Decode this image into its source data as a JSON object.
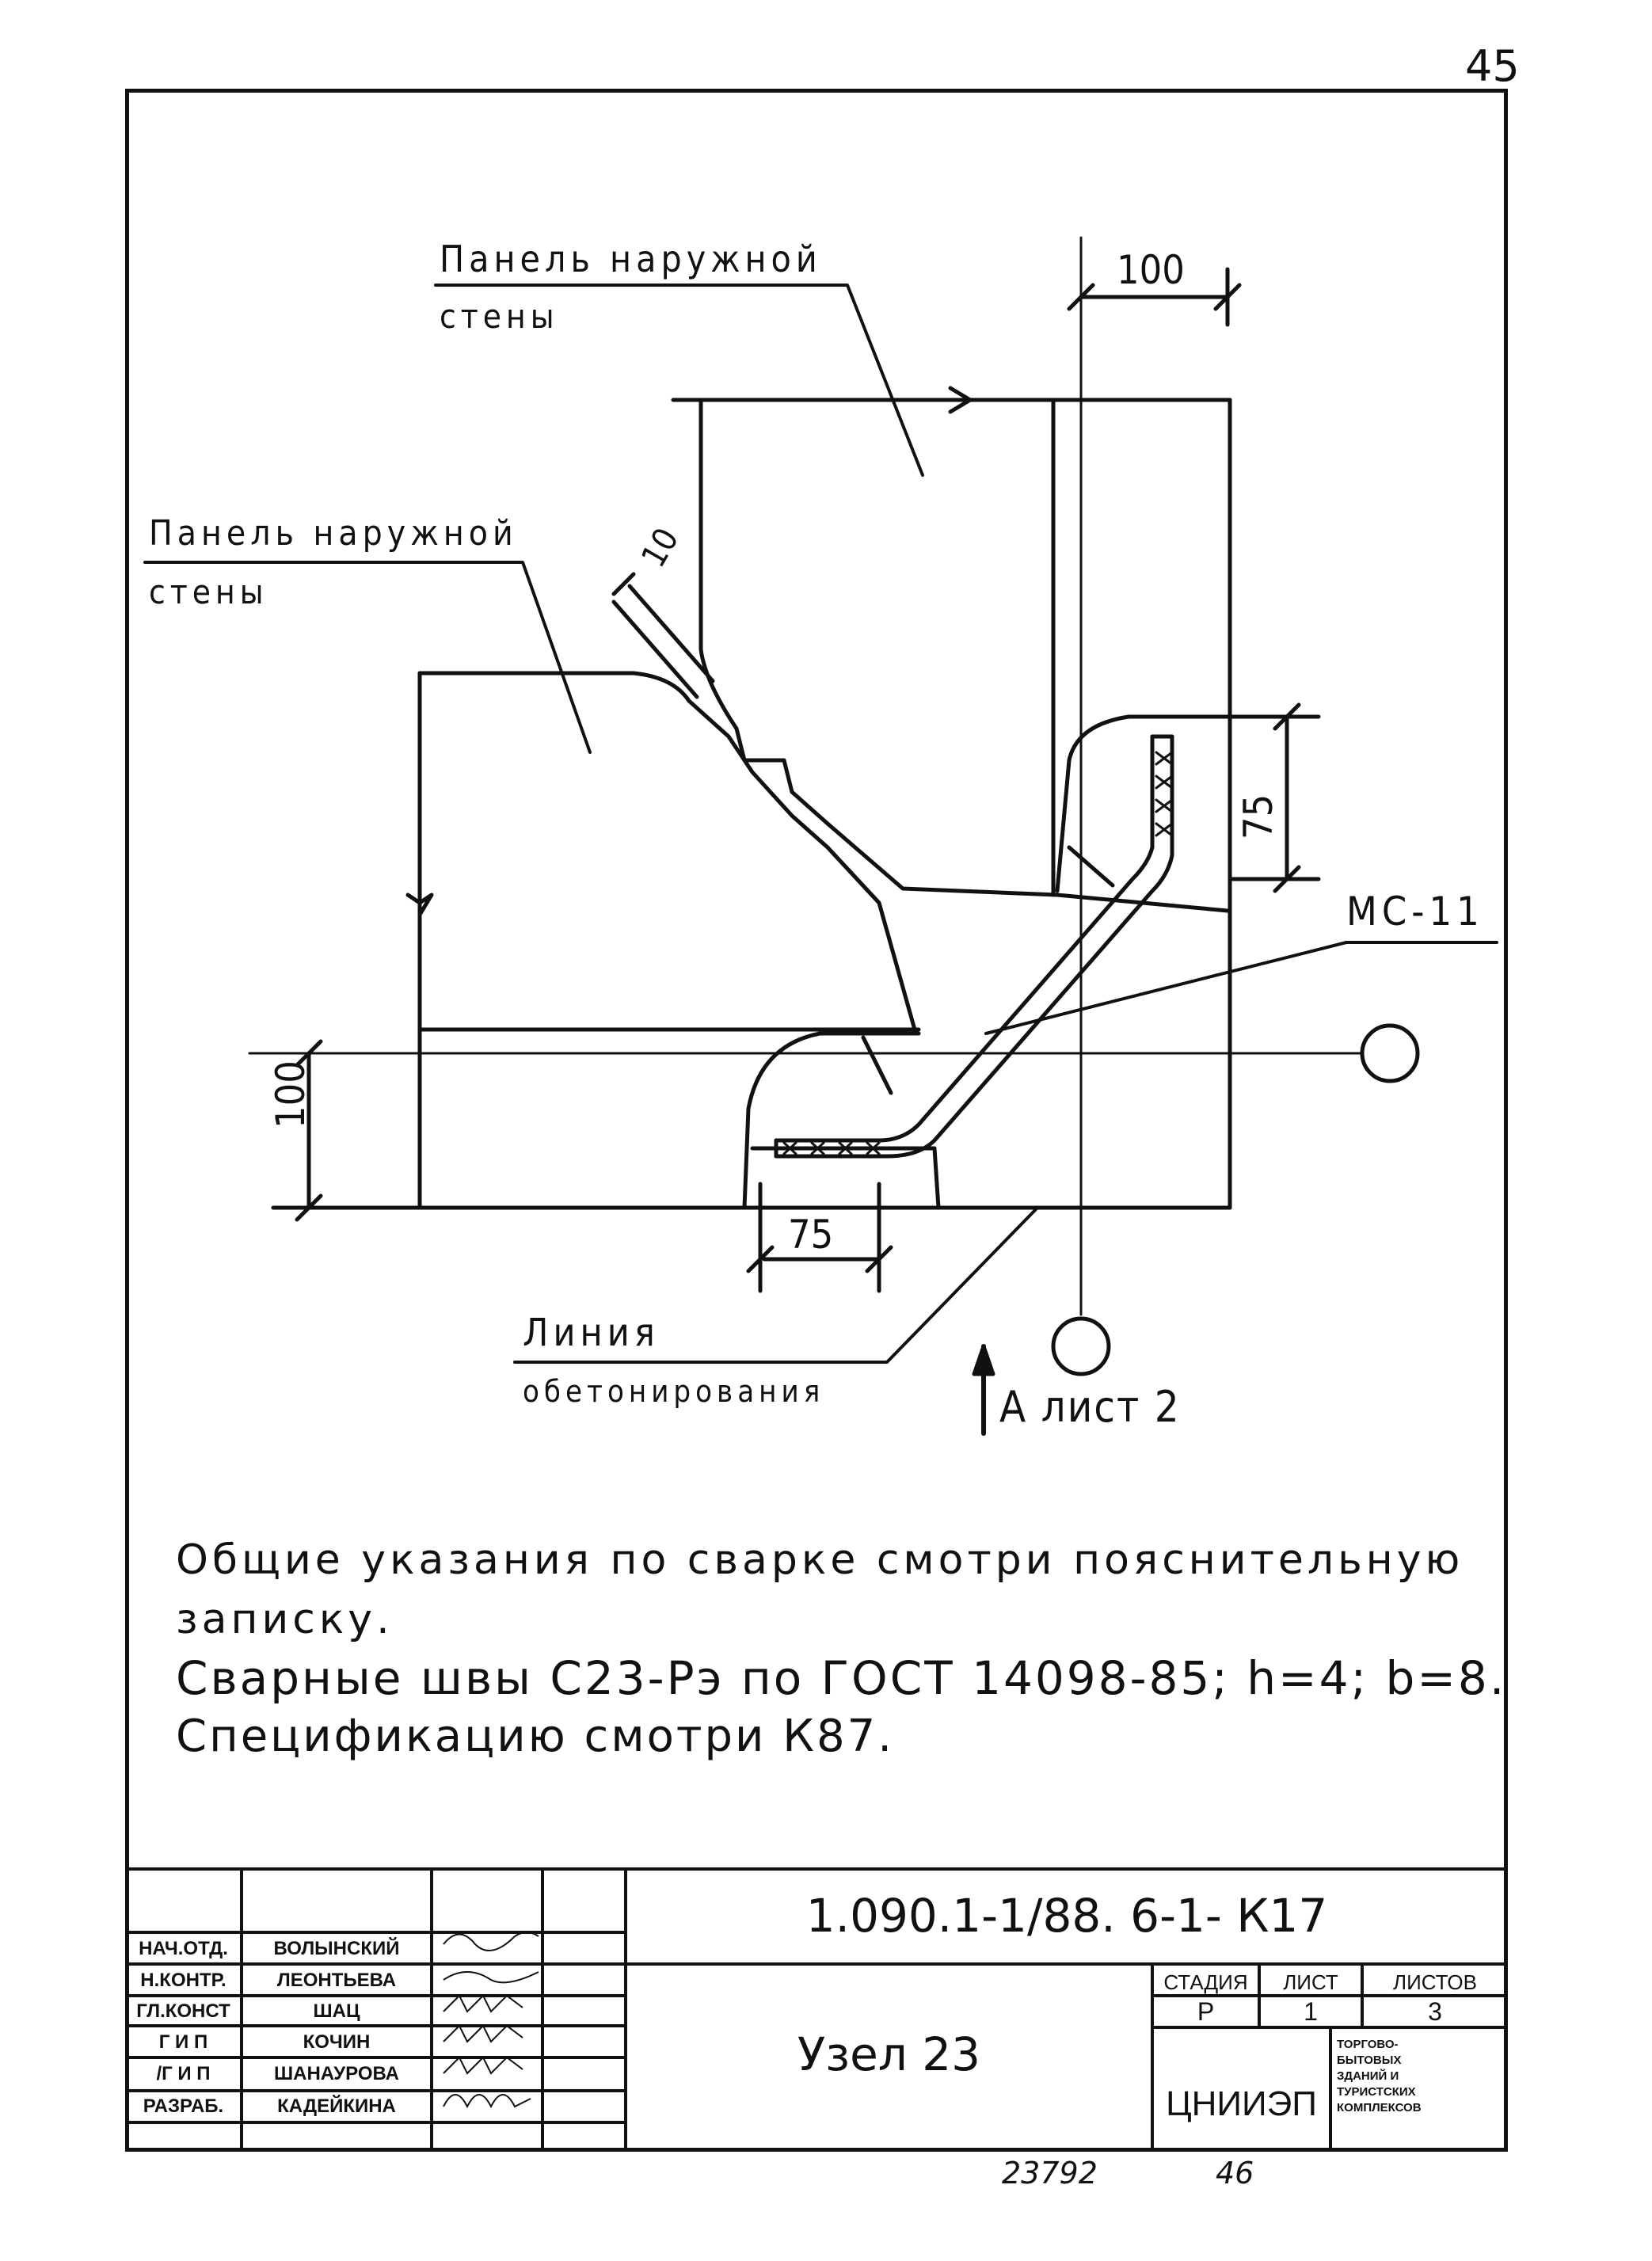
{
  "sheet_number": "45",
  "labels": {
    "panel_top_line1": "Панель наружной",
    "panel_top_line2": "стены",
    "panel_left_line1": "Панель наружной",
    "panel_left_line2": "стены",
    "concrete_line1": "Линия",
    "concrete_line2": "обетонирования",
    "part": "МС-11",
    "view_ref": "А лист 2"
  },
  "dimensions": {
    "top": "100",
    "left": "100",
    "right": "75",
    "bottom": "75",
    "gap": "10"
  },
  "notes": [
    "Общие указания по сварке смотри пояснительную",
    "записку.",
    "Сварные швы С23-Рэ по ГОСТ 14098-85; h=4; b=8.",
    "Спецификацию смотри К87."
  ],
  "title_block": {
    "document_code": "1.090.1-1/88. 6-1- К17",
    "title": "Узел 23",
    "roles": [
      "НАЧ.ОТД.",
      "Н.КОНТР.",
      "ГЛ.КОНСТ",
      "Г И П",
      "/Г И П",
      "РАЗРАБ."
    ],
    "names": [
      "ВОЛЫНСКИЙ",
      "ЛЕОНТЬЕВА",
      "ШАЦ",
      "КОЧИН",
      "ШАНАУРОВА",
      "КАДЕЙКИНА"
    ],
    "stage_header": "СТАДИЯ",
    "sheet_header": "ЛИСТ",
    "sheets_header": "ЛИСТОВ",
    "stage": "Р",
    "sheet": "1",
    "sheets": "3",
    "org": "ЦНИИЭП",
    "org_desc": [
      "ТОРГОВО-",
      "БЫТОВЫХ",
      "ЗДАНИЙ И",
      "ТУРИСТСКИХ",
      "КОМПЛЕКСОВ"
    ]
  },
  "bottom_numbers": [
    "23792",
    "46"
  ]
}
